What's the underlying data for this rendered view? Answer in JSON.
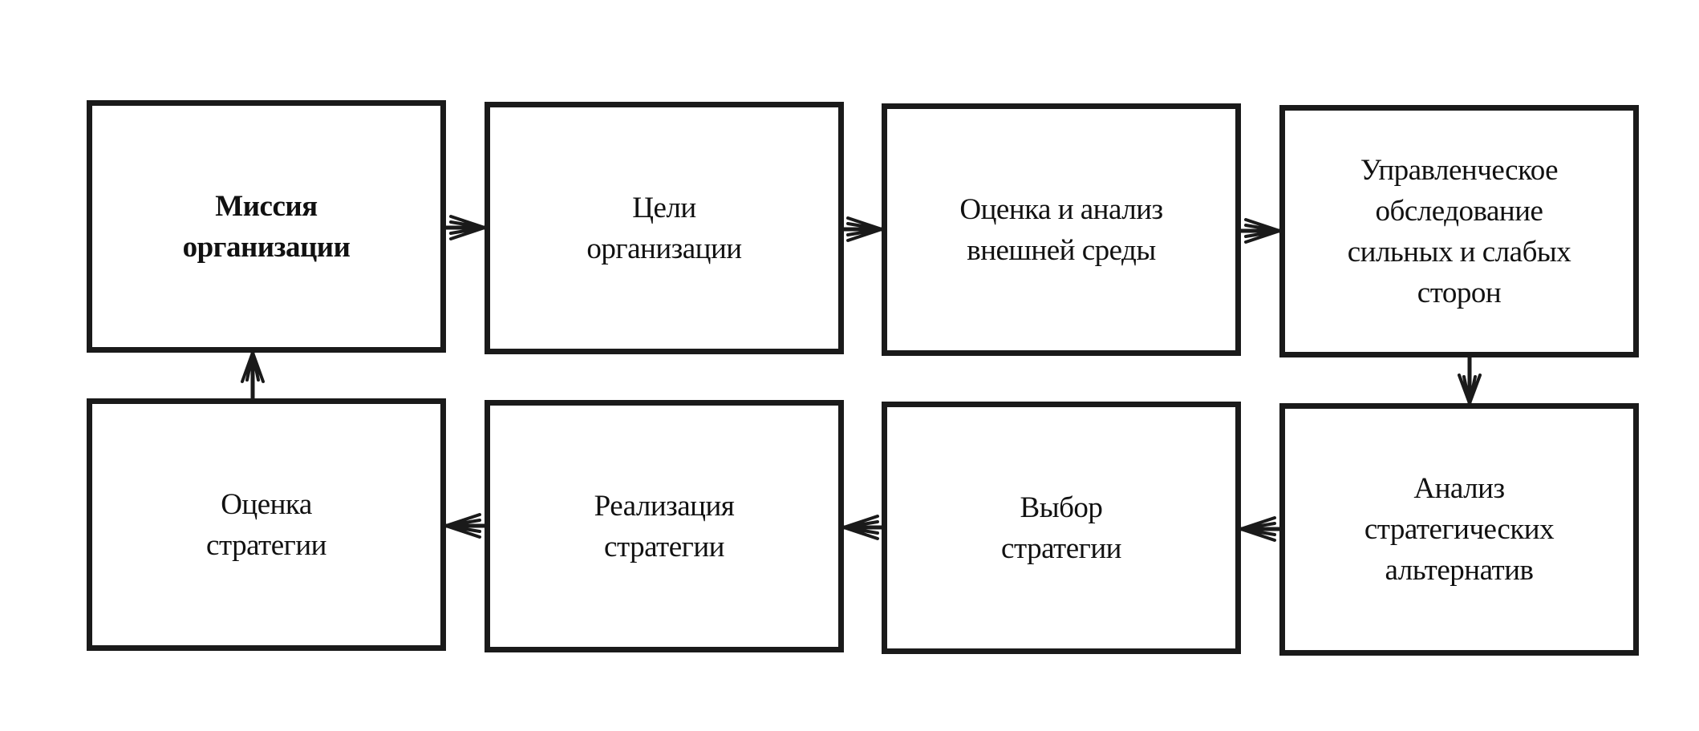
{
  "diagram": {
    "nodes": [
      {
        "id": "n1",
        "label": "Миссия\nорганизации",
        "bold": true
      },
      {
        "id": "n2",
        "label": "Цели\nорганизации",
        "bold": false
      },
      {
        "id": "n3",
        "label": "Оценка и анализ\nвнешней среды",
        "bold": false
      },
      {
        "id": "n4",
        "label": "Управленческое\nобследование\nсильных и слабых\nсторон",
        "bold": false
      },
      {
        "id": "n5",
        "label": "Анализ\nстратегических\nальтернатив",
        "bold": false
      },
      {
        "id": "n6",
        "label": "Выбор\nстратегии",
        "bold": false
      },
      {
        "id": "n7",
        "label": "Реализация\nстратегии",
        "bold": false
      },
      {
        "id": "n8",
        "label": "Оценка\nстратегии",
        "bold": false
      }
    ],
    "edges": [
      {
        "from": "n1",
        "to": "n2"
      },
      {
        "from": "n2",
        "to": "n3"
      },
      {
        "from": "n3",
        "to": "n4"
      },
      {
        "from": "n4",
        "to": "n5"
      },
      {
        "from": "n5",
        "to": "n6"
      },
      {
        "from": "n6",
        "to": "n7"
      },
      {
        "from": "n7",
        "to": "n8"
      },
      {
        "from": "n8",
        "to": "n1"
      }
    ],
    "colors": {
      "border": "#1a1a1a",
      "background": "#ffffff",
      "text": "#111111"
    }
  }
}
